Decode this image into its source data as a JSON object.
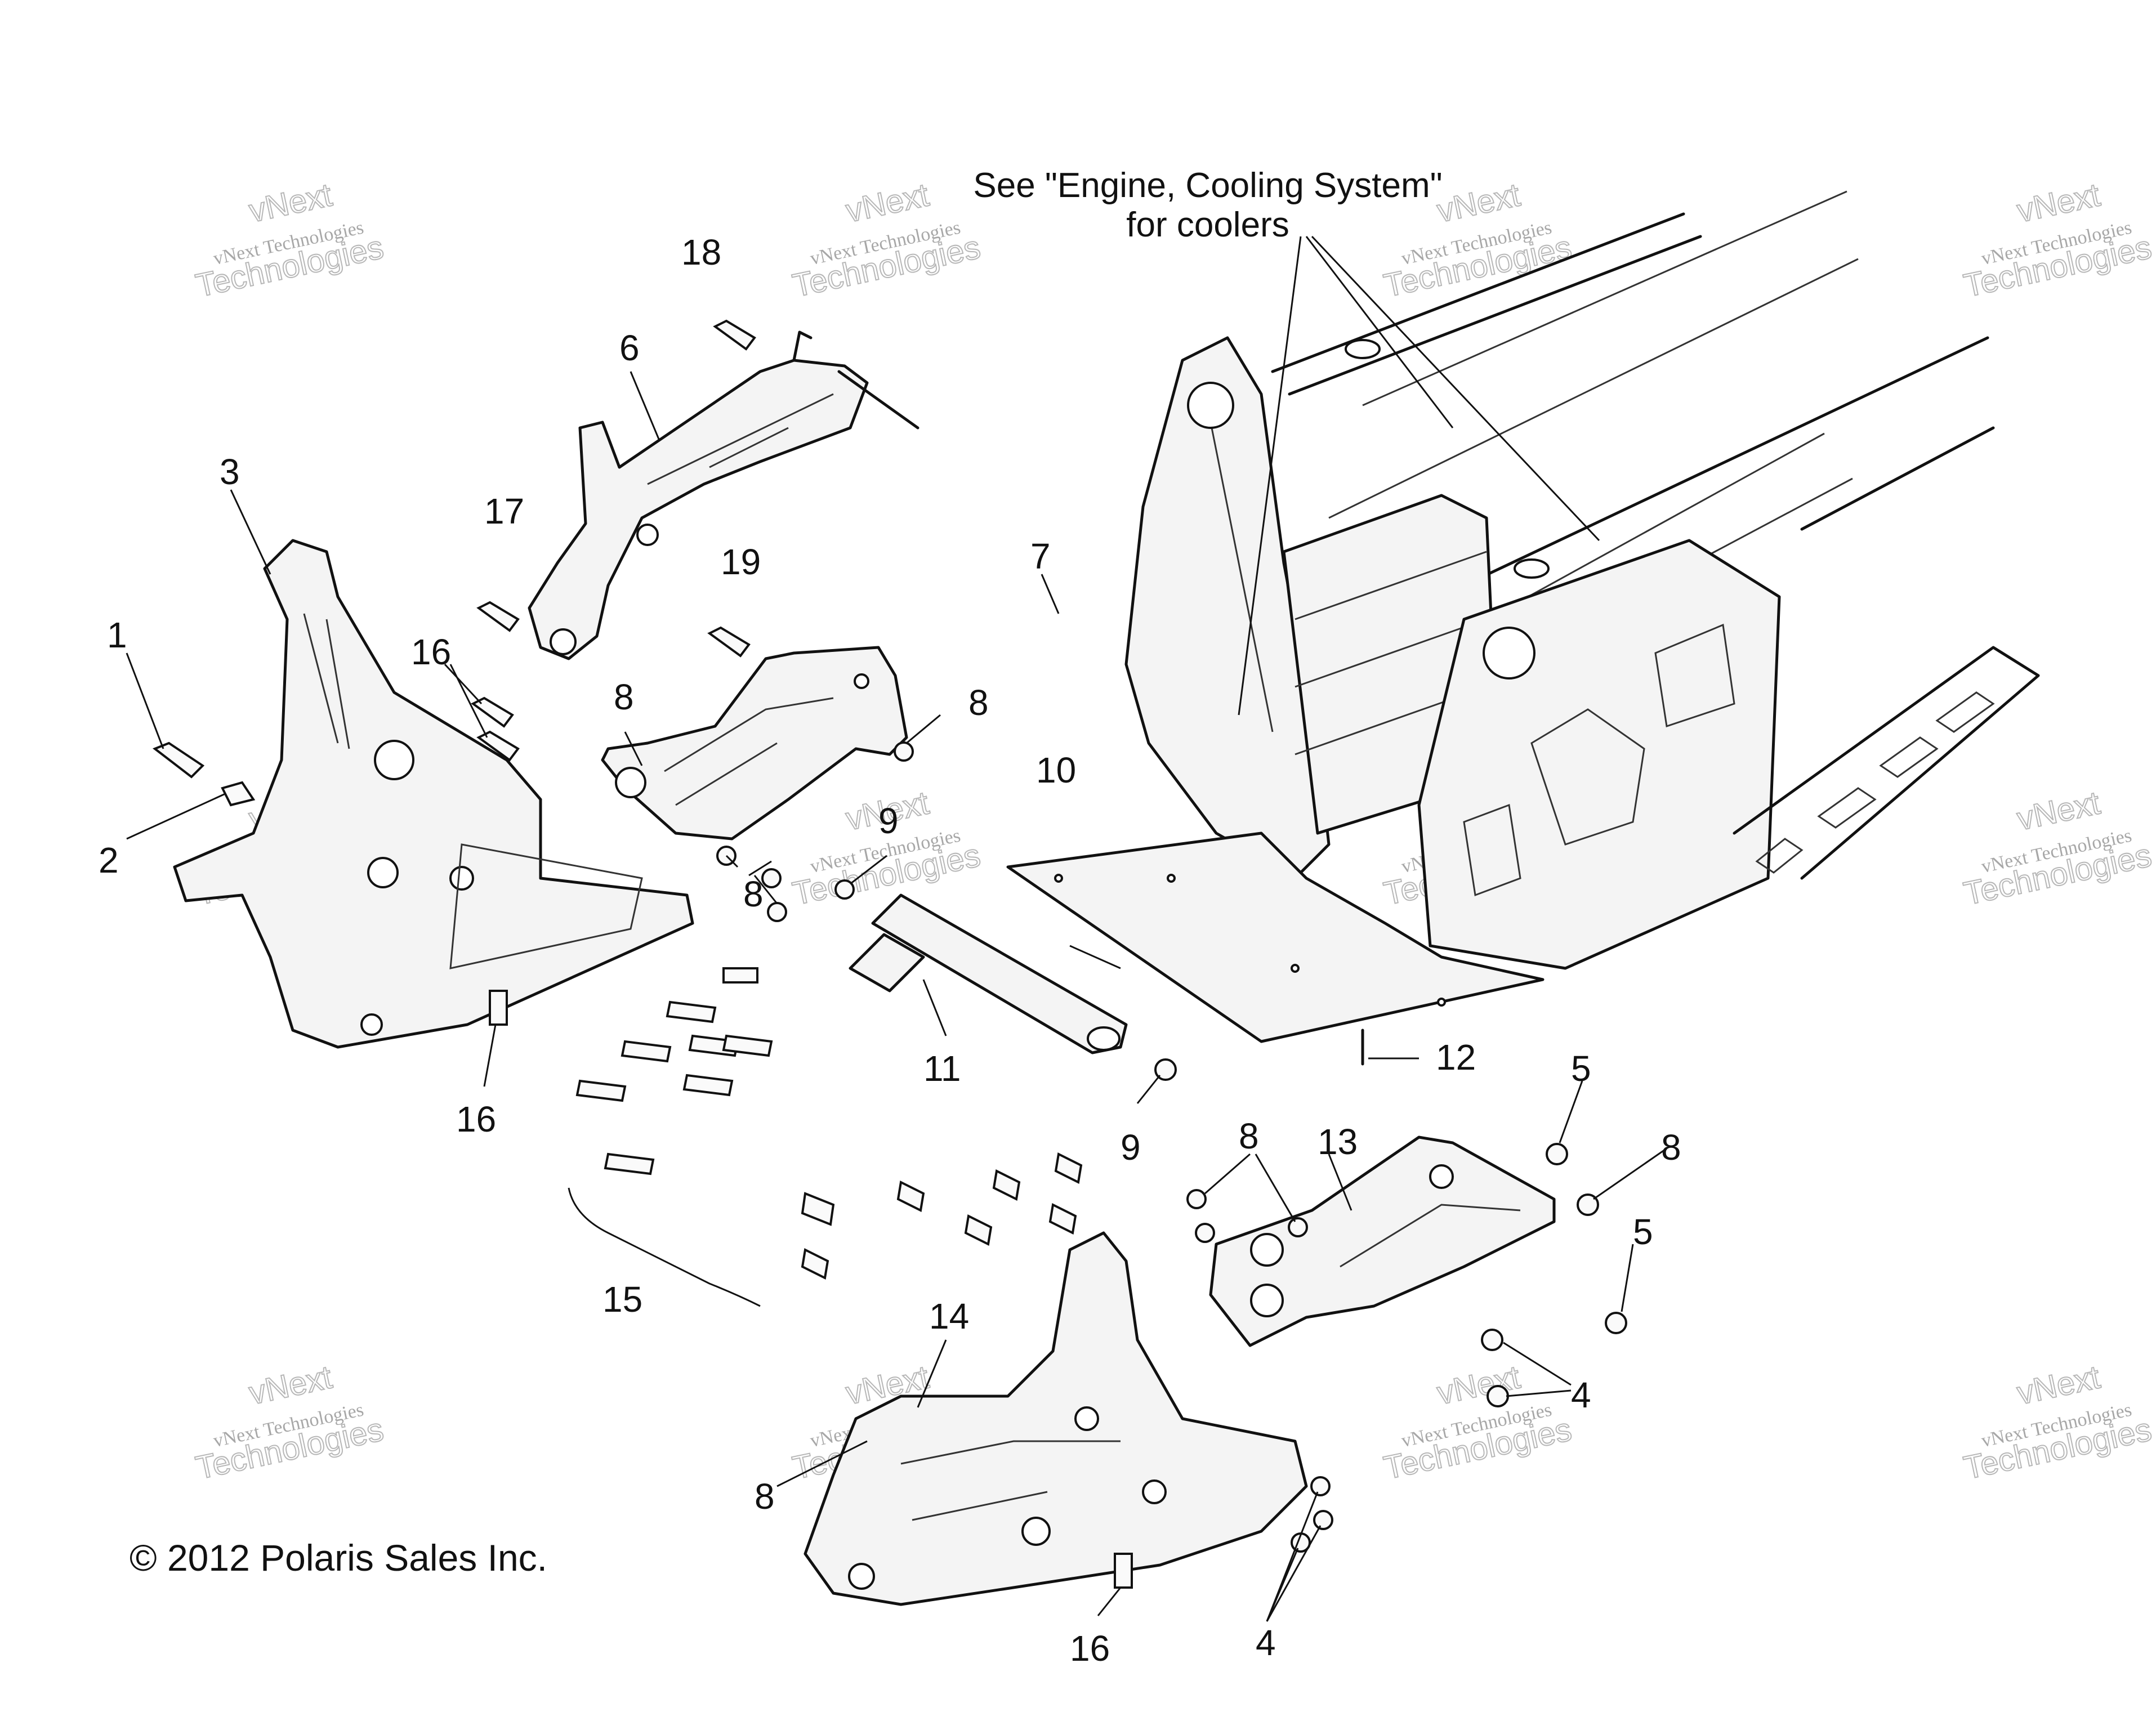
{
  "note": {
    "line1": "See \"Engine, Cooling System\"",
    "line2": "for coolers"
  },
  "copyright": "© 2012 Polaris Sales Inc.",
  "watermark": {
    "line1": "vNext",
    "line2": "vNext Technologies",
    "line3": "Technologies"
  },
  "callouts": [
    "1",
    "2",
    "3",
    "4",
    "4",
    "5",
    "5",
    "6",
    "7",
    "8",
    "8",
    "8",
    "8",
    "8",
    "8",
    "9",
    "9",
    "10",
    "11",
    "12",
    "13",
    "14",
    "15",
    "16",
    "16",
    "16",
    "17",
    "18",
    "19"
  ]
}
